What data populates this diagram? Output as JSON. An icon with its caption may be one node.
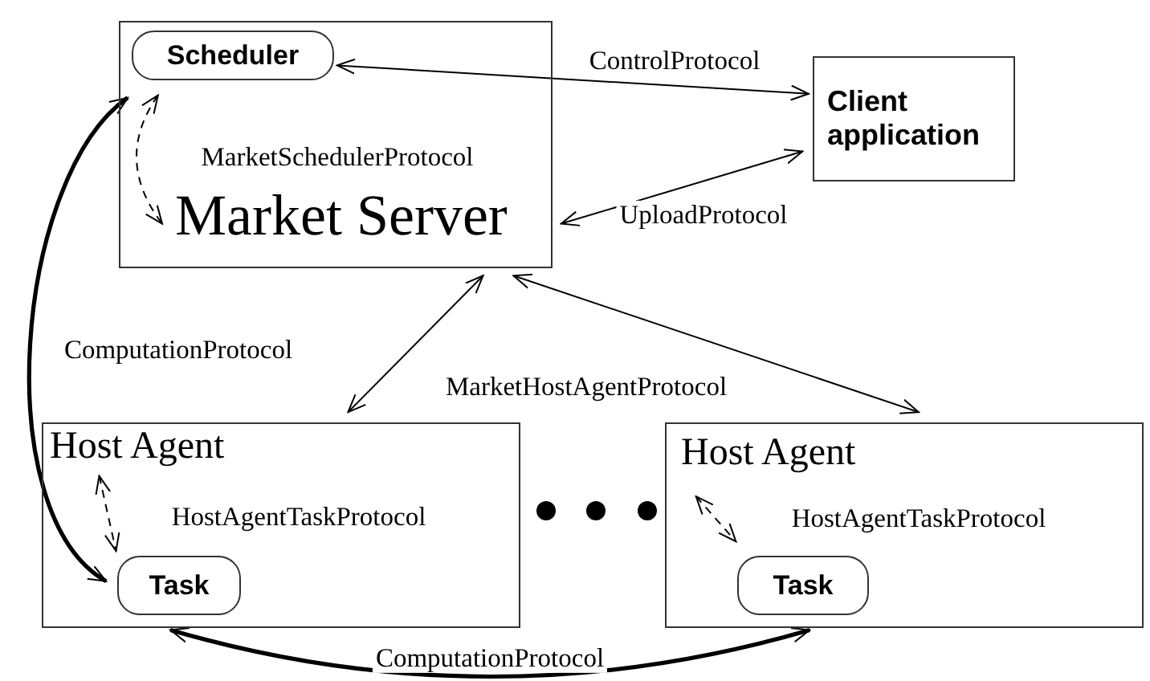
{
  "diagram": {
    "nodes": [
      {
        "text": [
          "Market Server"
        ]
      },
      {
        "text": [
          "Scheduler"
        ],
        "in": 0
      },
      {
        "text": [
          "Client application"
        ]
      },
      {
        "text": [
          "Host Agent"
        ]
      },
      {
        "text": [
          "Task"
        ],
        "in": 3
      },
      {
        "text": [
          "Host Agent"
        ]
      },
      {
        "text": [
          "Task"
        ],
        "in": 5
      }
    ],
    "edges": [
      {
        "from": 1,
        "to": 2,
        "arrow": "both",
        "label": "ControlProtocol"
      },
      {
        "from": 0,
        "to": 2,
        "arrow": "both",
        "label": "UploadProtocol"
      },
      {
        "from": 1,
        "to": 0,
        "arrow": "both",
        "label": "MarketSchedulerProtocol",
        "style": "dashed"
      },
      {
        "from": 0,
        "to": 3,
        "arrow": "both",
        "label": "MarketHostAgentProtocol"
      },
      {
        "from": 0,
        "to": 5,
        "arrow": "both"
      },
      {
        "from": 1,
        "to": 4,
        "arrow": "both",
        "label": "ComputationProtocol",
        "style": "thick"
      },
      {
        "from": 4,
        "to": 6,
        "arrow": "both",
        "label": "ComputationProtocol",
        "style": "thick"
      },
      {
        "from": 3,
        "to": 4,
        "arrow": "both",
        "label": "HostAgentTaskProtocol",
        "style": "dashed"
      },
      {
        "from": 5,
        "to": 6,
        "arrow": "both",
        "label": "HostAgentTaskProtocol",
        "style": "dashed"
      }
    ]
  }
}
